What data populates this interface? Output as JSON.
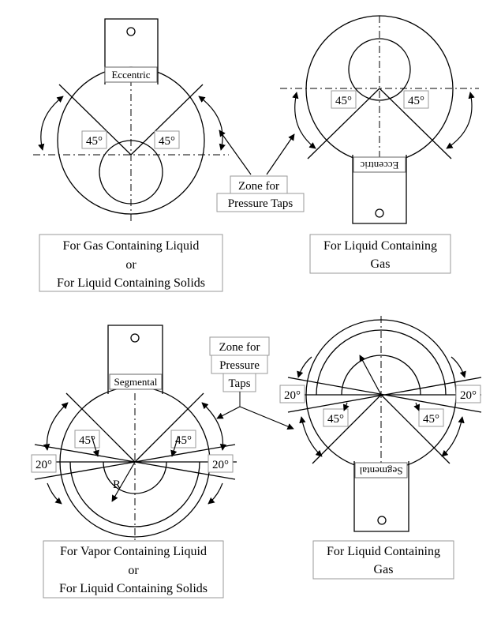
{
  "labels": {
    "eccentric": "Eccentric",
    "segmental": "Segmental",
    "angle_45": "45°",
    "angle_20": "20°",
    "radius": "R",
    "zone_line1": "Zone for",
    "zone_line2": "Pressure Taps",
    "zone_b_line1": "Zone for",
    "zone_b_line2": "Pressure",
    "zone_b_line3": "Taps"
  },
  "captions": {
    "gas_liquid": [
      "For Gas Containing Liquid",
      "or",
      "For Liquid Containing Solids"
    ],
    "liquid_gas_top": [
      "For Liquid Containing",
      "Gas"
    ],
    "vapor_liquid": [
      "For Vapor Containing Liquid",
      "or",
      "For Liquid Containing Solids"
    ],
    "liquid_gas_bottom": [
      "For Liquid Containing",
      "Gas"
    ]
  }
}
